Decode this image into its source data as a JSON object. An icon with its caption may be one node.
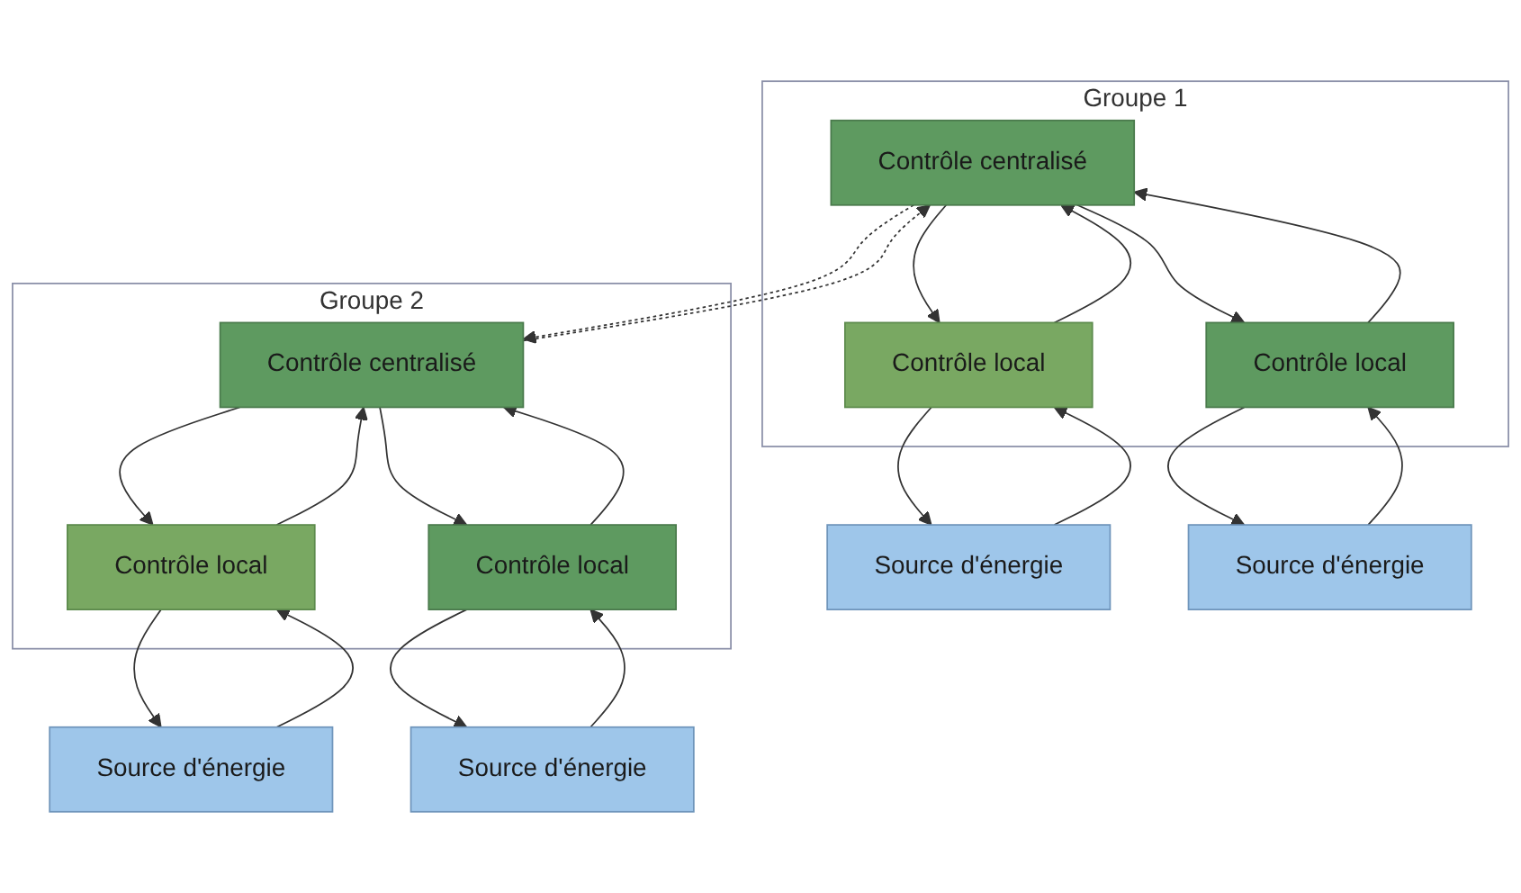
{
  "diagram": {
    "nodes": [
      {
        "text": [
          "Groupe 1"
        ]
      },
      {
        "text": [
          "Contrôle centralisé"
        ],
        "in": 0
      },
      {
        "text": [
          "Contrôle local"
        ],
        "in": 0
      },
      {
        "text": [
          "Contrôle local"
        ],
        "in": 0
      },
      {
        "text": [
          "Groupe 2"
        ]
      },
      {
        "text": [
          "Contrôle centralisé"
        ],
        "in": 4
      },
      {
        "text": [
          "Contrôle local"
        ],
        "in": 4
      },
      {
        "text": [
          "Contrôle local"
        ],
        "in": 4
      },
      {
        "text": [
          "Source d'énergie"
        ]
      },
      {
        "text": [
          "Source d'énergie"
        ]
      },
      {
        "text": [
          "Source d'énergie"
        ]
      },
      {
        "text": [
          "Source d'énergie"
        ]
      }
    ],
    "edges": [
      {
        "from": 5,
        "to": 1,
        "arrow": "to",
        "style": "dashed"
      },
      {
        "from": 1,
        "to": 5,
        "arrow": "to",
        "style": "dashed"
      },
      {
        "from": 1,
        "to": 2,
        "arrow": "to"
      },
      {
        "from": 2,
        "to": 1,
        "arrow": "to"
      },
      {
        "from": 1,
        "to": 3,
        "arrow": "to"
      },
      {
        "from": 3,
        "to": 1,
        "arrow": "to"
      },
      {
        "from": 5,
        "to": 6,
        "arrow": "to"
      },
      {
        "from": 6,
        "to": 5,
        "arrow": "to"
      },
      {
        "from": 5,
        "to": 7,
        "arrow": "to"
      },
      {
        "from": 7,
        "to": 5,
        "arrow": "to"
      },
      {
        "from": 2,
        "to": 8,
        "arrow": "to"
      },
      {
        "from": 8,
        "to": 2,
        "arrow": "to"
      },
      {
        "from": 3,
        "to": 9,
        "arrow": "to"
      },
      {
        "from": 9,
        "to": 3,
        "arrow": "to"
      },
      {
        "from": 6,
        "to": 10,
        "arrow": "to"
      },
      {
        "from": 10,
        "to": 6,
        "arrow": "to"
      },
      {
        "from": 7,
        "to": 11,
        "arrow": "to"
      },
      {
        "from": 11,
        "to": 7,
        "arrow": "to"
      }
    ]
  }
}
